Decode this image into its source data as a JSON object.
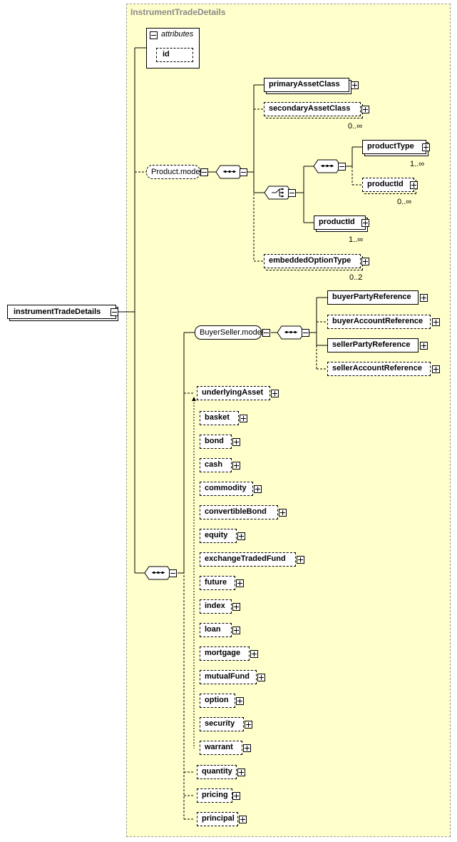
{
  "group": {
    "title": "InstrumentTradeDetails"
  },
  "attributes": {
    "title": "attributes",
    "id": "id"
  },
  "root": {
    "label": "instrumentTradeDetails"
  },
  "product_model": {
    "label": "Product.model",
    "primaryAssetClass": "primaryAssetClass",
    "secondaryAssetClass": "secondaryAssetClass",
    "secondaryAssetClass_card": "0..∞",
    "productType": "productType",
    "productType_card": "1..∞",
    "productId_opt": "productId",
    "productId_opt_card": "0..∞",
    "productId_req": "productId",
    "productId_req_card": "1..∞",
    "embeddedOptionType": "embeddedOptionType",
    "embeddedOptionType_card": "0..2"
  },
  "buyer_seller": {
    "label": "BuyerSeller.model",
    "items": [
      "buyerPartyReference",
      "buyerAccountReference",
      "sellerPartyReference",
      "sellerAccountReference"
    ]
  },
  "underlying": {
    "head": "underlyingAsset",
    "items": [
      "basket",
      "bond",
      "cash",
      "commodity",
      "convertibleBond",
      "equity",
      "exchangeTradedFund",
      "future",
      "index",
      "loan",
      "mortgage",
      "mutualFund",
      "option",
      "security",
      "warrant"
    ]
  },
  "tail": {
    "items": [
      "quantity",
      "pricing",
      "principal"
    ]
  }
}
